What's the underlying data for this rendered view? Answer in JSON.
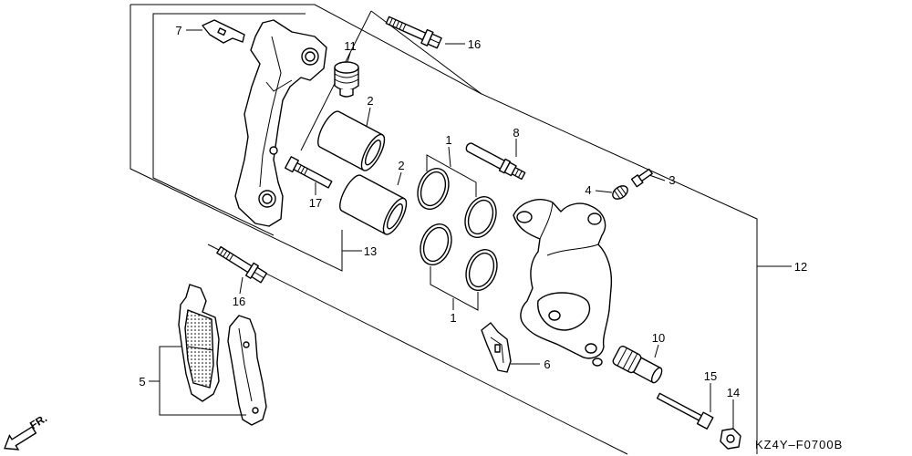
{
  "callouts": [
    "7",
    "11",
    "16",
    "2",
    "1",
    "8",
    "2",
    "4",
    "3",
    "17",
    "13",
    "12",
    "16",
    "1",
    "10",
    "6",
    "5",
    "15",
    "14"
  ],
  "direction_label": "FR.",
  "diagram_code": "KZ4Y–F0700B",
  "colors": {
    "line": "#000000",
    "background": "#ffffff"
  }
}
